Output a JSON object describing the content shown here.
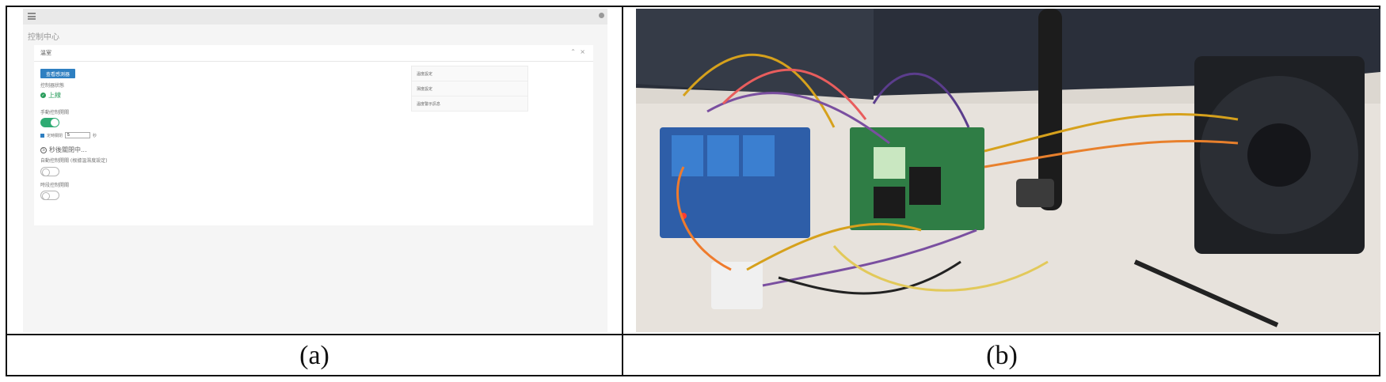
{
  "panel_a": {
    "page_title": "控制中心",
    "card": {
      "title": "溫室",
      "collapse_glyph": "⌃",
      "close_glyph": "×",
      "primary_button": "查看感測器",
      "device_status_label": "控制器狀態",
      "device_status": "上線",
      "manual_label": "手動控制開關",
      "timer_label": "定時關閉",
      "timer_value": "5",
      "timer_unit": "秒",
      "countdown_number": "5",
      "countdown_text": "秒後關閉中...",
      "auto_label": "自動控制開關 (根據溫濕度設定)",
      "schedule_label": "時段控制開關"
    },
    "side_menu": [
      "溫度設定",
      "濕度設定",
      "溫度警示訊息"
    ],
    "toggles": {
      "manual": true,
      "auto": false,
      "schedule": false
    },
    "colors": {
      "primary": "#2e7fc1",
      "toggle_on": "#2fab73",
      "status_ok": "#2a9d5c"
    }
  },
  "captions": {
    "a": "(a)",
    "b": "(b)"
  }
}
